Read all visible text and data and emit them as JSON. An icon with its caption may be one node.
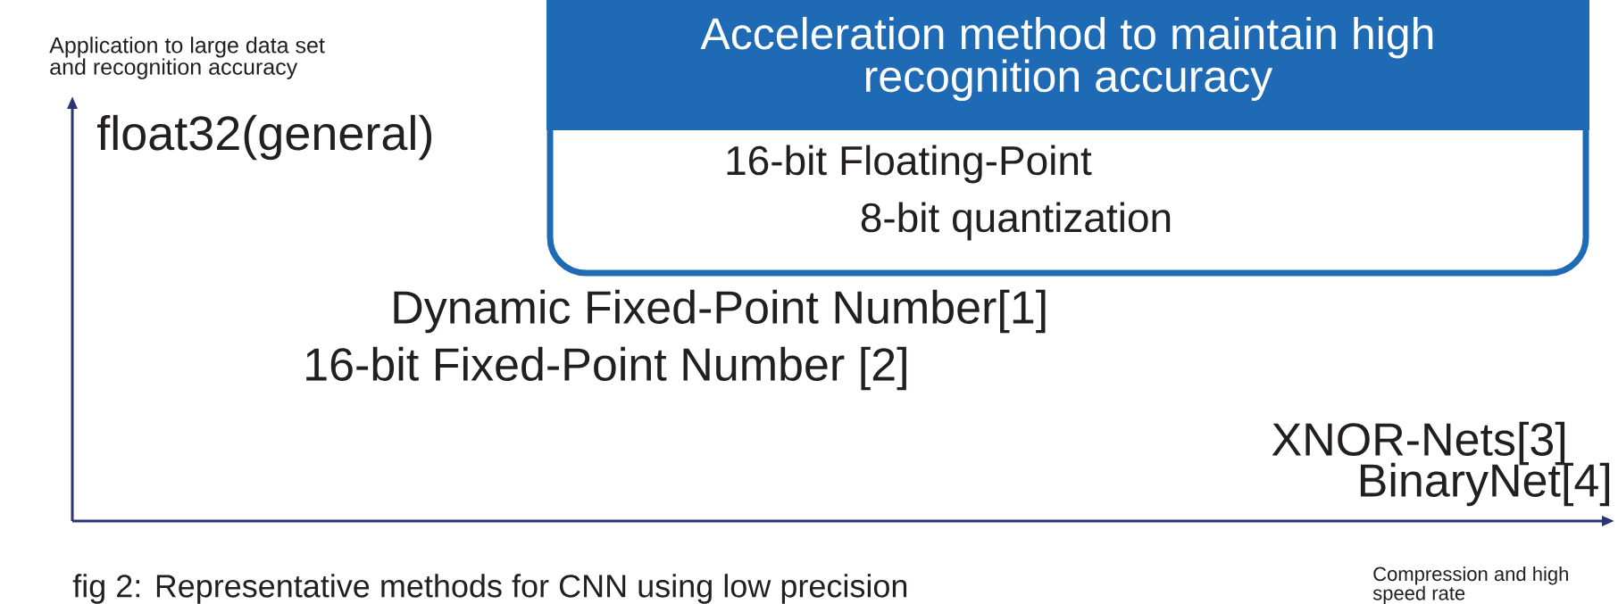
{
  "diagram": {
    "caption": "fig 2: Representative methods for CNN using low precision",
    "nodes": [
      {
        "text": [
          "Acceleration method to maintain high recognition accuracy",
          "16-bit Floating-Point",
          "8-bit quantization"
        ]
      }
    ],
    "labels": [
      "Application to large data set and recognition accuracy",
      "float32(general)",
      "Dynamic Fixed-Point Number[1]",
      "16-bit Fixed-Point Number [2]",
      "XNOR-Nets[3]",
      "BinaryNet[4]",
      "Compression and high speed rate"
    ]
  }
}
